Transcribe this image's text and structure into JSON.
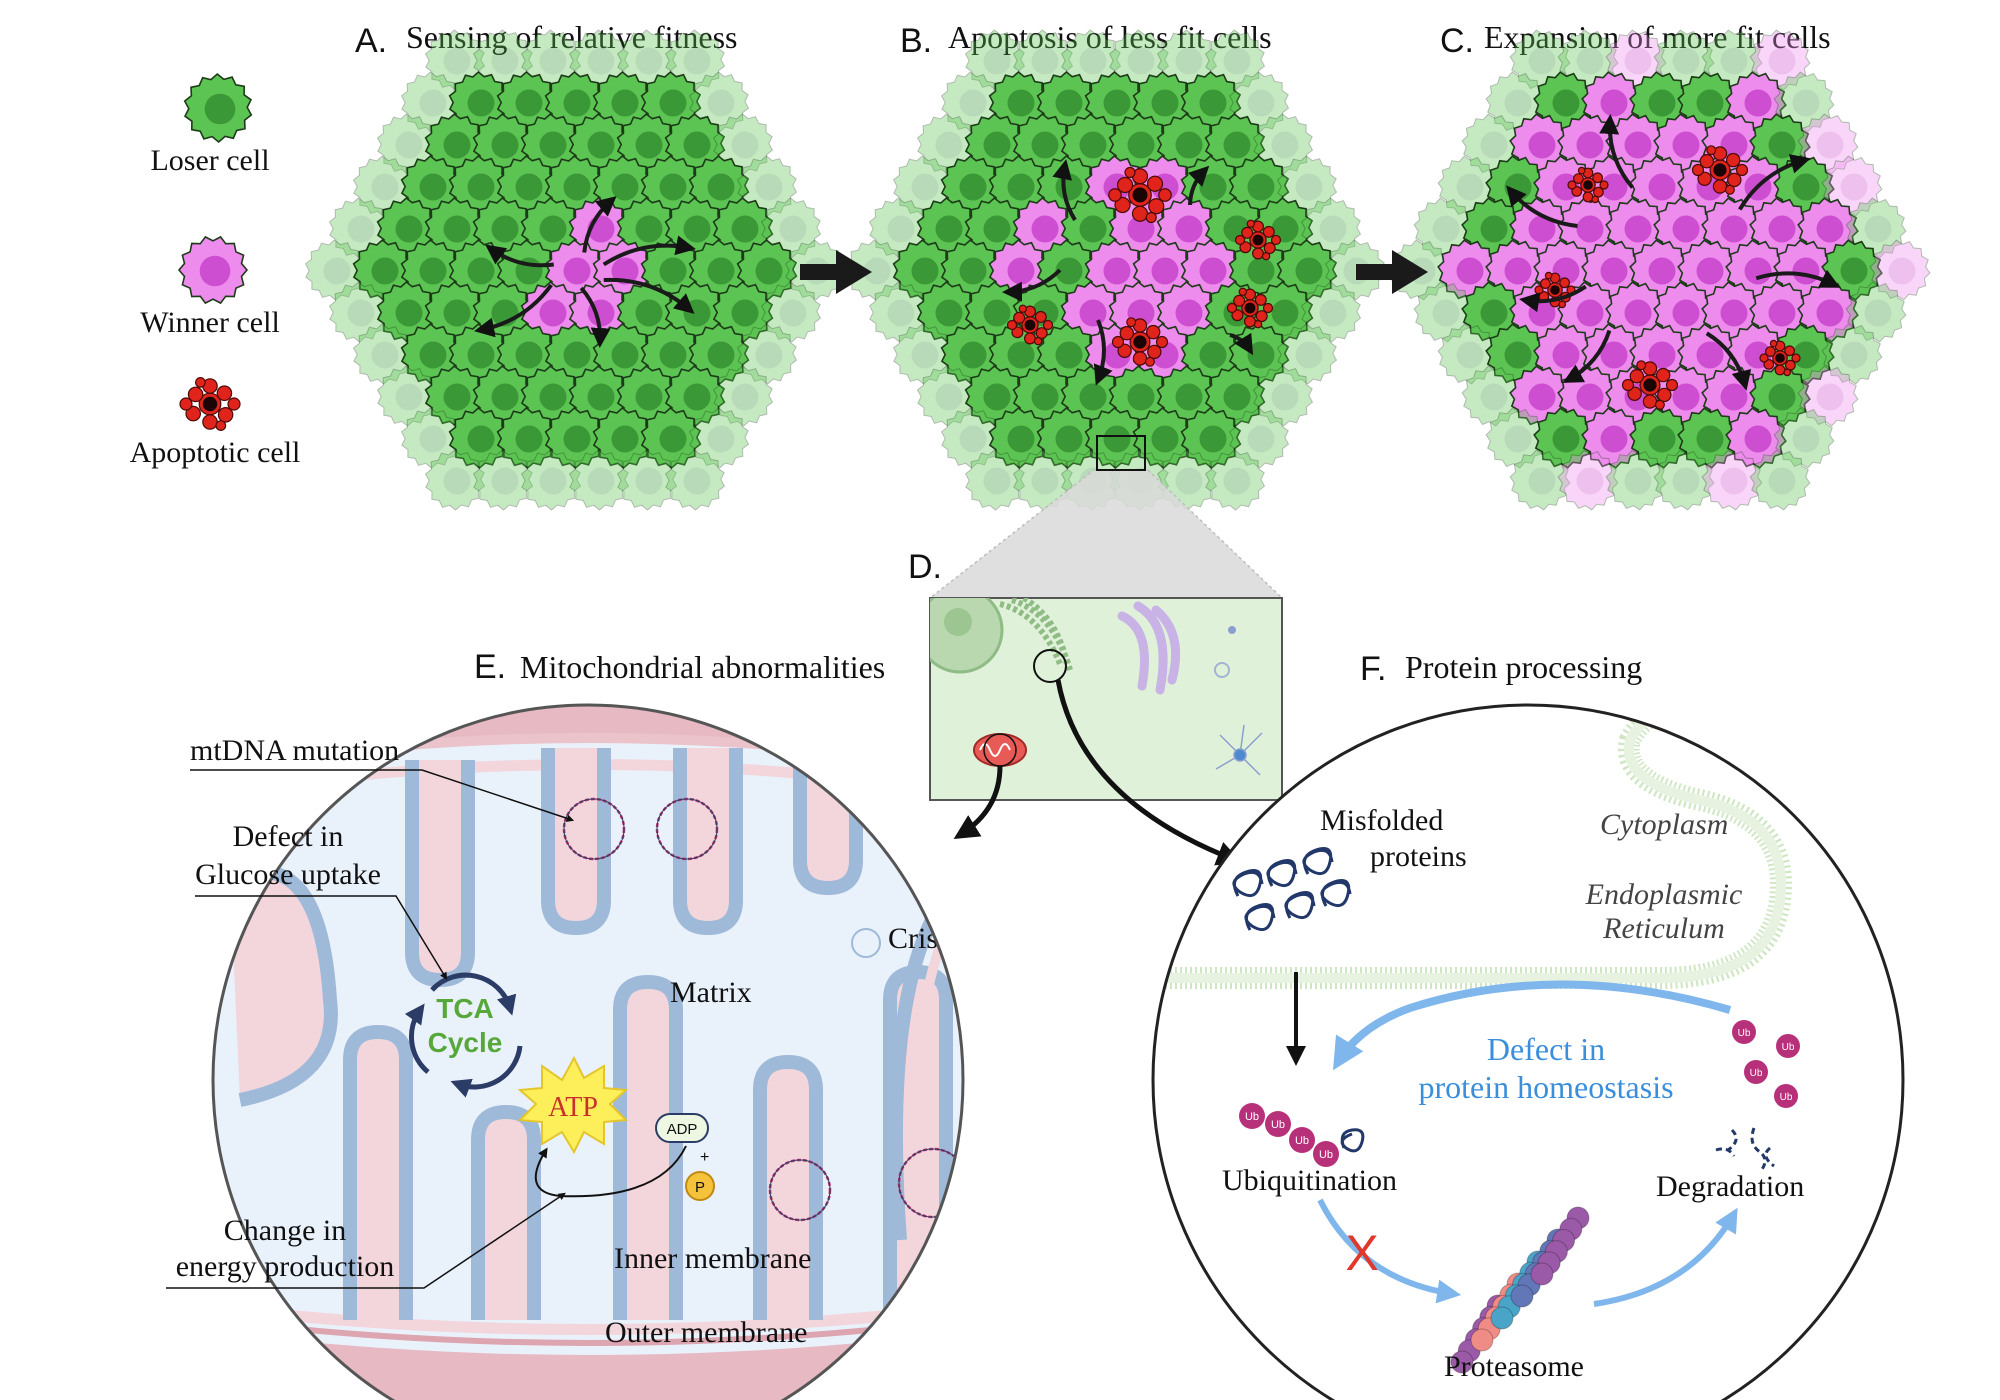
{
  "legend": {
    "loser": "Loser cell",
    "winner": "Winner cell",
    "apoptotic": "Apoptotic cell"
  },
  "panels": {
    "a": {
      "letter": "A.",
      "title": "Sensing of relative fitness"
    },
    "b": {
      "letter": "B.",
      "title": "Apoptosis of less fit cells"
    },
    "c": {
      "letter": "C.",
      "title": "Expansion of more fit cells"
    },
    "d": {
      "letter": "D."
    },
    "e": {
      "letter": "E.",
      "title": "Mitochondrial abnormalities"
    },
    "f": {
      "letter": "F.",
      "title": "Protein processing"
    }
  },
  "mito": {
    "mtdna": "mtDNA mutation",
    "glucose_1": "Defect in",
    "glucose_2": "Glucose uptake",
    "energy_1": "Change in",
    "energy_2": "energy production",
    "tca_1": "TCA",
    "tca_2": "Cycle",
    "atp": "ATP",
    "adp": "ADP",
    "plus": "+",
    "p": "P",
    "cristae": "Cristae",
    "matrix": "Matrix",
    "inner": "Inner membrane",
    "outer": "Outer membrane"
  },
  "protein": {
    "misfolded_1": "Misfolded",
    "misfolded_2": "proteins",
    "cytoplasm": "Cytoplasm",
    "er_1": "Endoplasmic",
    "er_2": "Reticulum",
    "defect_1": "Defect in",
    "defect_2": "protein homeostasis",
    "ubiquitination": "Ubiquitination",
    "degradation": "Degradation",
    "proteasome": "Proteasome",
    "ub": "Ub",
    "x": "X"
  },
  "colors": {
    "loser": "#5cc452",
    "loser_dark": "#2f8a2e",
    "winner": "#ee8cee",
    "winner_dark": "#c13ac6",
    "apoptotic": "#e0241c",
    "matrix": "#e9f1fb",
    "outer_membrane": "#e7b9c2",
    "inner_membrane": "#9fb9d8",
    "arrow_blue": "#7fb6ec",
    "defect_text": "#3b8edb",
    "tca_text": "#57a83a",
    "atp_fill": "#fcef5a"
  }
}
